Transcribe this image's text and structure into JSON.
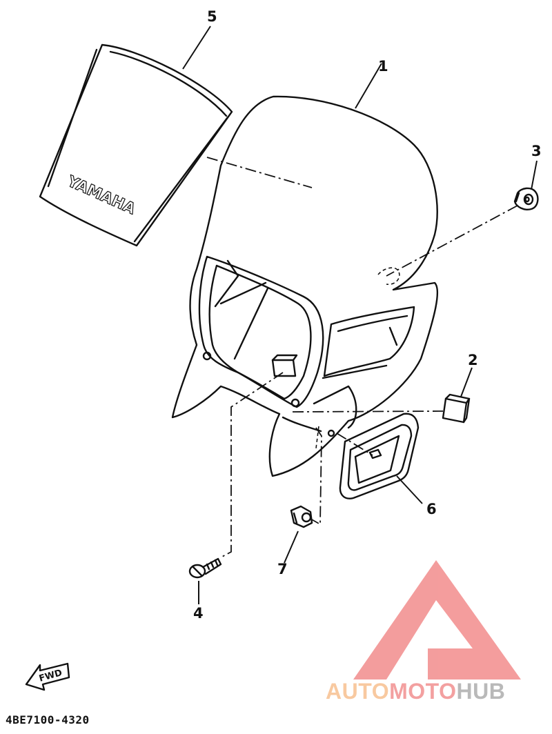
{
  "callouts": {
    "c1": "1",
    "c2": "2",
    "c3": "3",
    "c4": "4",
    "c5": "5",
    "c6": "6",
    "c7": "7"
  },
  "parts": {
    "windshield_brand": "YAMAHA",
    "fwd_label": "FWD"
  },
  "footer": {
    "part_code": "4BE7100-4320"
  },
  "watermark": {
    "part1": "AUTO",
    "part2": "MOTO",
    "part3": "HUB",
    "colors": {
      "auto": "#f8c9a0",
      "moto": "#f3a0a0",
      "hub": "#b9b9b9",
      "logo": "#f28c8c"
    }
  }
}
